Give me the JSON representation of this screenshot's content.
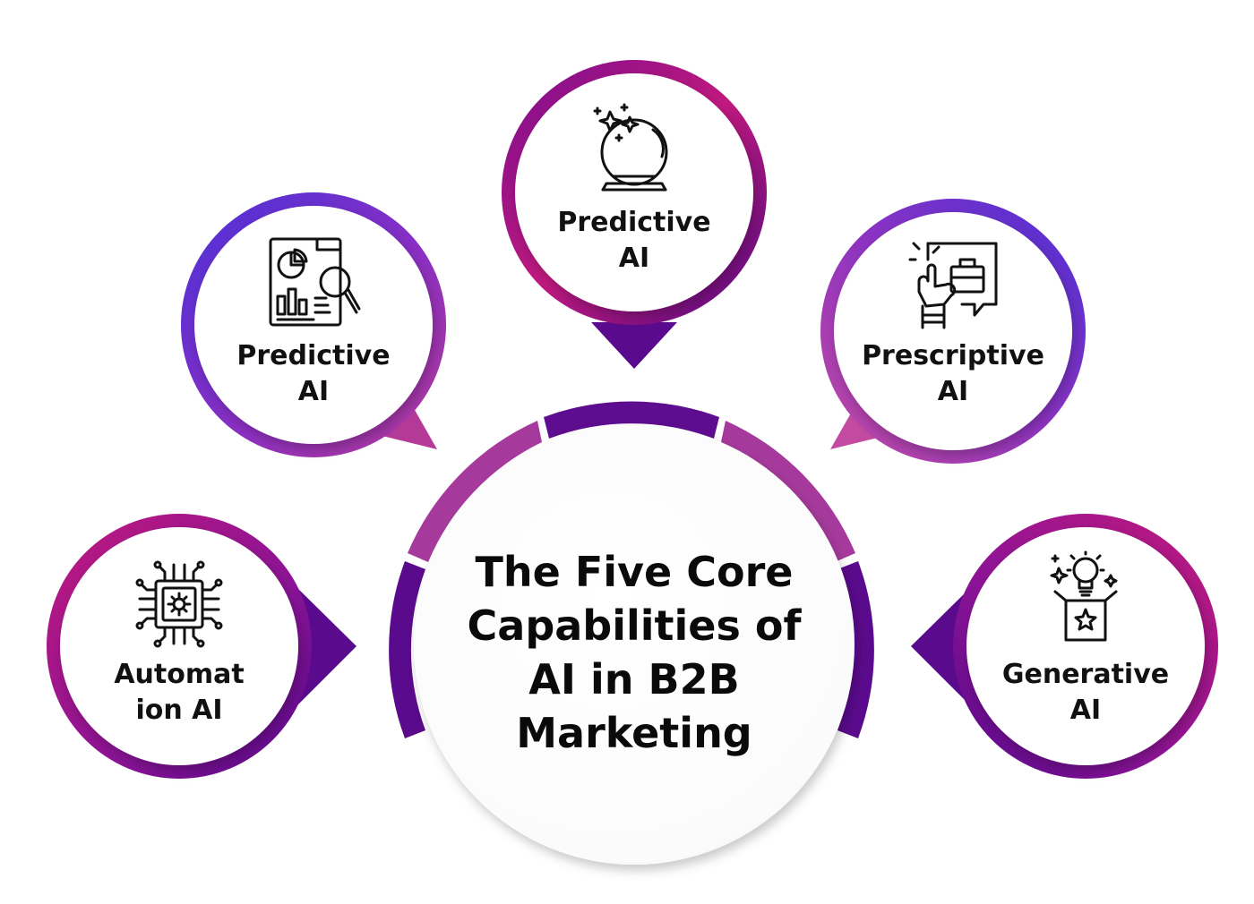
{
  "center": {
    "title_lines": [
      "The Five Core",
      "Capabilities of",
      "AI in B2B",
      "Marketing"
    ]
  },
  "nodes": [
    {
      "id": "top",
      "label_lines": [
        "Predictive",
        "AI"
      ],
      "icon": "crystal-ball-icon"
    },
    {
      "id": "upper-left",
      "label_lines": [
        "Predictive",
        "AI"
      ],
      "icon": "report-magnifier-icon"
    },
    {
      "id": "upper-right",
      "label_lines": [
        "Prescriptive",
        "AI"
      ],
      "icon": "presentation-pointer-icon"
    },
    {
      "id": "lower-left",
      "label_lines": [
        "Automat",
        "ion AI"
      ],
      "icon": "processor-chip-icon"
    },
    {
      "id": "lower-right",
      "label_lines": [
        "Generative",
        "AI"
      ],
      "icon": "idea-box-icon"
    }
  ],
  "colors": {
    "magenta": "#b0178a",
    "purple": "#5a0a8c",
    "indigo": "#4b2fd6",
    "pink": "#c24aa0",
    "text": "#111111"
  }
}
